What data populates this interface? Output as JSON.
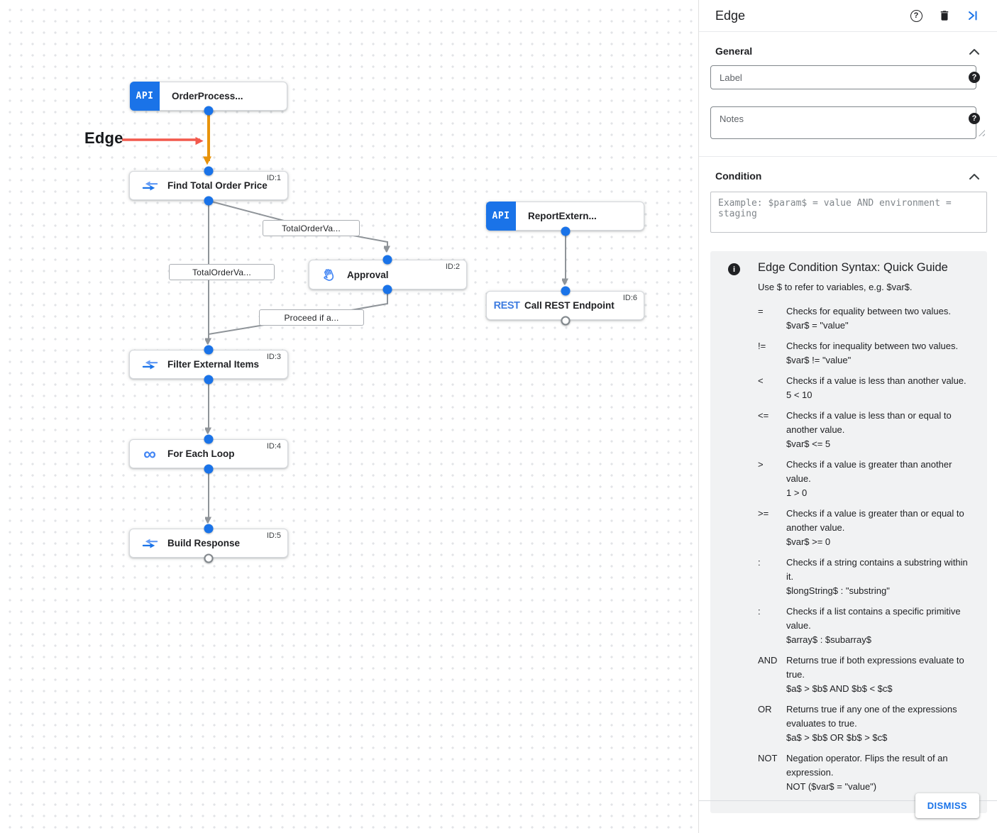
{
  "flow": {
    "annotation_label": "Edge",
    "nodes": [
      {
        "key": "order-process",
        "badge": "API",
        "label": "OrderProcess...",
        "id_tag": ""
      },
      {
        "key": "find-total-order-price",
        "icon": "data-mapping",
        "label": "Find Total Order Price",
        "id_tag": "ID:1"
      },
      {
        "key": "approval",
        "icon": "hand",
        "label": "Approval",
        "id_tag": "ID:2"
      },
      {
        "key": "report-extern",
        "badge": "API",
        "label": "ReportExtern...",
        "id_tag": ""
      },
      {
        "key": "call-rest-endpoint",
        "icon": "REST",
        "label": "Call REST Endpoint",
        "id_tag": "ID:6"
      },
      {
        "key": "filter-external-items",
        "icon": "data-mapping",
        "label": "Filter External Items",
        "id_tag": "ID:3"
      },
      {
        "key": "for-each-loop",
        "icon": "loop",
        "label": "For Each Loop",
        "id_tag": "ID:4"
      },
      {
        "key": "build-response",
        "icon": "data-mapping",
        "label": "Build Response",
        "id_tag": "ID:5"
      }
    ],
    "edge_labels": [
      {
        "text": "TotalOrderVa..."
      },
      {
        "text": "TotalOrderVa..."
      },
      {
        "text": "Proceed if a..."
      }
    ],
    "colors": {
      "port": "#1a73e8",
      "edge": "#8f9499",
      "selected_edge": "#e8930c",
      "annotation": "#f2594c"
    }
  },
  "panel": {
    "title": "Edge",
    "sections": {
      "general": "General",
      "condition": "Condition"
    },
    "fields": {
      "label_placeholder": "Label",
      "label_value": "",
      "notes_placeholder": "Notes",
      "notes_value": "",
      "condition_placeholder": "Example: $param$ = value AND environment = staging",
      "condition_value": ""
    },
    "guide": {
      "title": "Edge Condition Syntax: Quick Guide",
      "intro": "Use $ to refer to variables, e.g. $var$.",
      "rows": [
        {
          "op": "=",
          "desc": "Checks for equality between two values.",
          "example": "$var$ = \"value\""
        },
        {
          "op": "!=",
          "desc": "Checks for inequality between two values.",
          "example": "$var$ != \"value\""
        },
        {
          "op": "<",
          "desc": "Checks if a value is less than another value.",
          "example": "5 < 10"
        },
        {
          "op": "<=",
          "desc": "Checks if a value is less than or equal to another value.",
          "example": "$var$ <= 5"
        },
        {
          "op": ">",
          "desc": "Checks if a value is greater than another value.",
          "example": "1 > 0"
        },
        {
          "op": ">=",
          "desc": "Checks if a value is greater than or equal to another value.",
          "example": "$var$ >= 0"
        },
        {
          "op": ":",
          "desc": "Checks if a string contains a substring within it.",
          "example": "$longString$ : \"substring\""
        },
        {
          "op": ":",
          "desc": "Checks if a list contains a specific primitive value.",
          "example": "$array$ : $subarray$"
        },
        {
          "op": "AND",
          "desc": "Returns true if both expressions evaluate to true.",
          "example": "$a$ > $b$ AND $b$ < $c$"
        },
        {
          "op": "OR",
          "desc": "Returns true if any one of the expressions evaluates to true.",
          "example": "$a$ > $b$ OR $b$ > $c$"
        },
        {
          "op": "NOT",
          "desc": "Negation operator. Flips the result of an expression.",
          "example": "NOT ($var$ = \"value\")"
        }
      ]
    },
    "dismiss_label": "DISMISS",
    "icons": {
      "help": "?",
      "info": "i",
      "field_help": "?"
    }
  }
}
